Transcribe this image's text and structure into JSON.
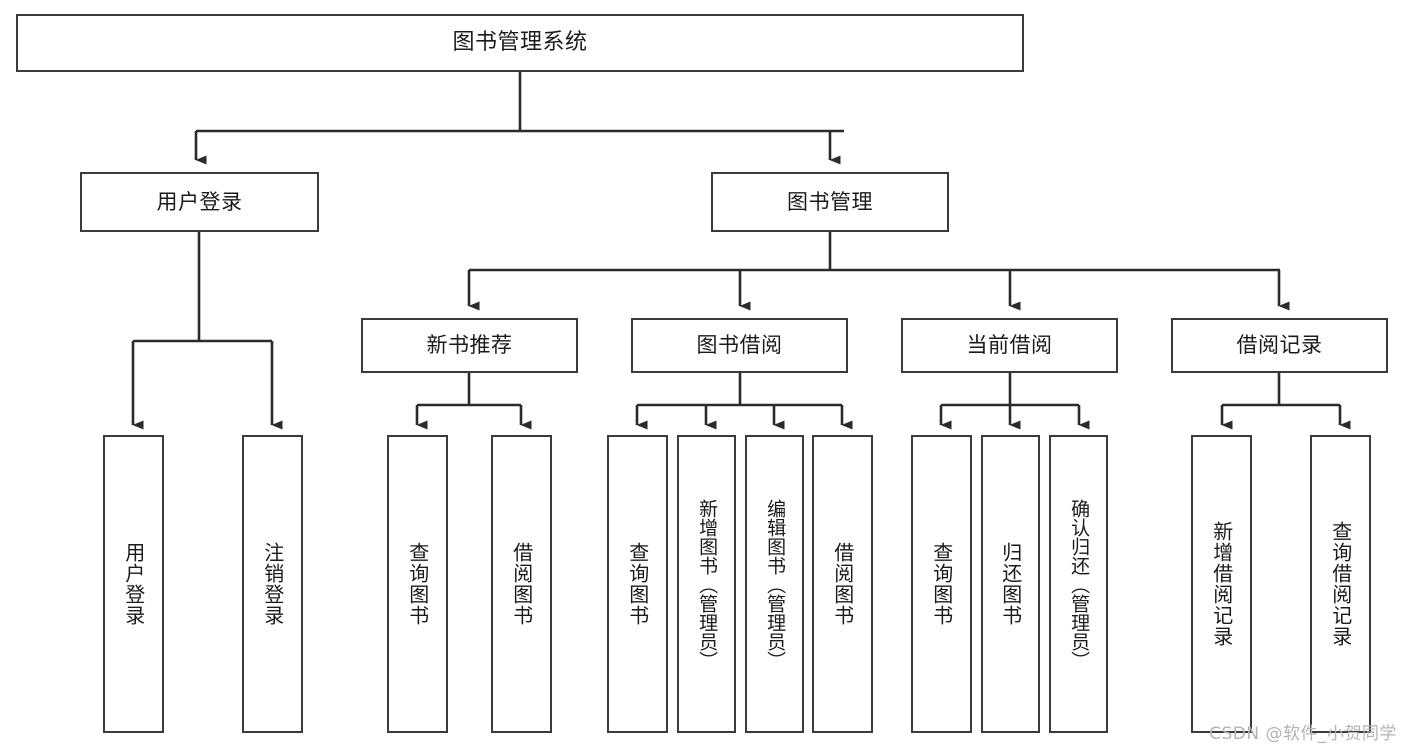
{
  "diagram": {
    "title": "图书管理系统",
    "type": "tree",
    "orientation": "top-down",
    "colors": {
      "box_border": "#3a3a3a",
      "box_fill": "#ffffff",
      "edge": "#2b2b2b",
      "text": "#1b1b1b",
      "watermark": "#b3b3b3",
      "background": "#ffffff"
    },
    "root": {
      "label": "图书管理系统"
    },
    "level2": [
      {
        "label": "用户登录"
      },
      {
        "label": "图书管理"
      }
    ],
    "level3": [
      {
        "label": "新书推荐"
      },
      {
        "label": "图书借阅"
      },
      {
        "label": "当前借阅"
      },
      {
        "label": "借阅记录"
      }
    ],
    "leaves": {
      "user_login": [
        {
          "label": "用户登录"
        },
        {
          "label": "注销登录"
        }
      ],
      "new_book_recommend": [
        {
          "label": "查询图书"
        },
        {
          "label": "借阅图书"
        }
      ],
      "book_borrow": [
        {
          "label": "查询图书"
        },
        {
          "label": "新增图书（管理员）"
        },
        {
          "label": "编辑图书（管理员）"
        },
        {
          "label": "借阅图书"
        }
      ],
      "current_borrow": [
        {
          "label": "查询图书"
        },
        {
          "label": "归还图书"
        },
        {
          "label": "确认归还（管理员）"
        }
      ],
      "borrow_record": [
        {
          "label": "新增借阅记录"
        },
        {
          "label": "查询借阅记录"
        }
      ]
    }
  },
  "watermark": {
    "text": "CSDN @软件_小贺同学"
  }
}
